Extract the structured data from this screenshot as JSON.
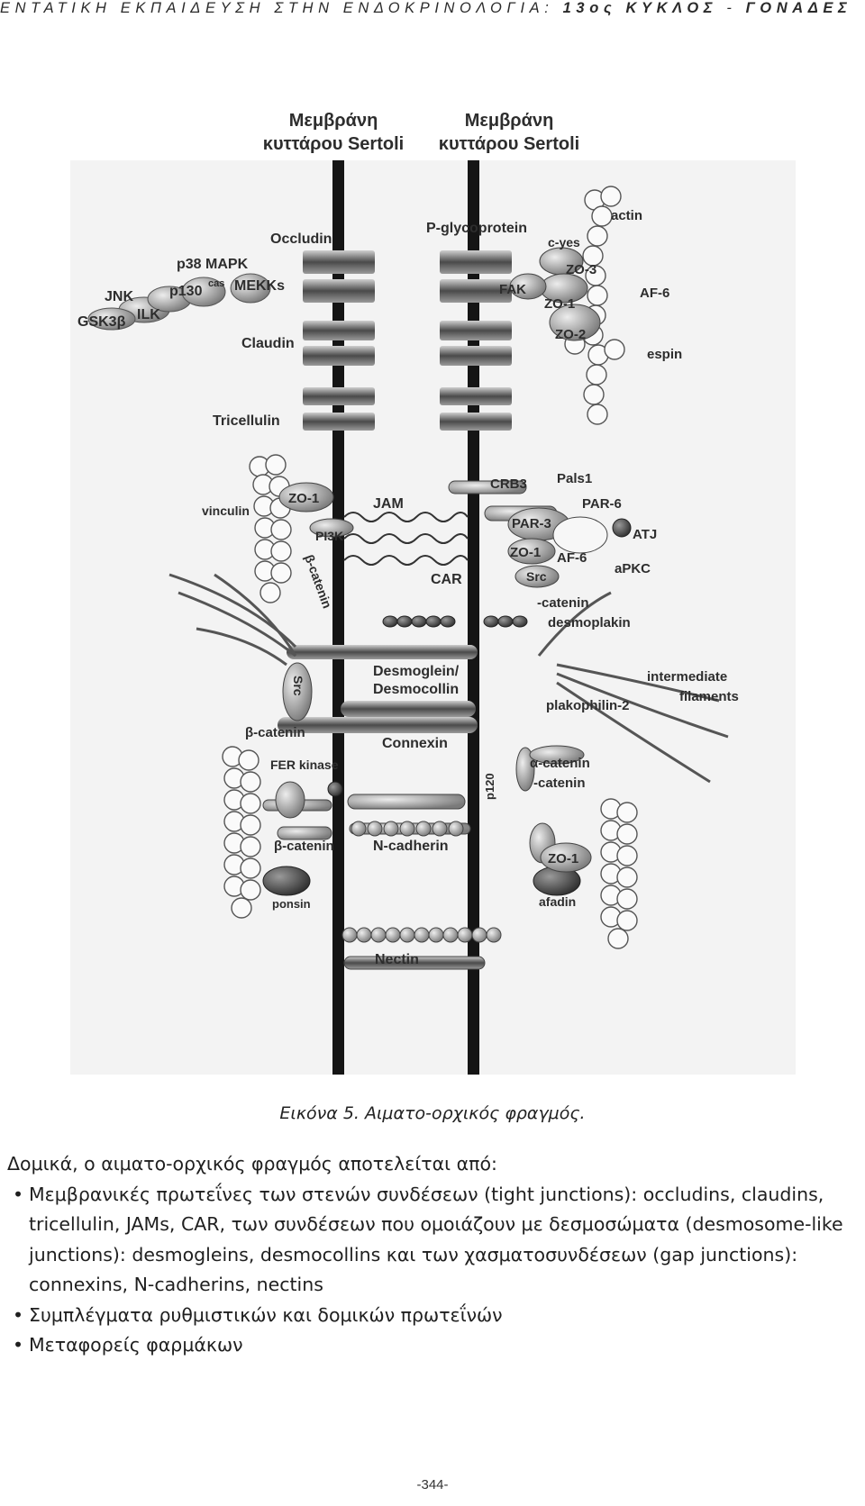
{
  "header": {
    "prefix": "ΕΝΤΑΤΙΚΗ ΕΚΠΑΙΔΕΥΣΗ ΣΤΗΝ ΕΝΔΟΚΡΙΝΟΛΟΓΙΑ:",
    "cycle": "13ος ΚΥΚΛΟΣ",
    "dash": "-",
    "topic": "ΓΟΝΑΔΕΣ"
  },
  "figure": {
    "membrane_left": [
      "Μεμβράνη",
      "κυττάρου Sertoli"
    ],
    "membrane_right": [
      "Μεμβράνη",
      "κυττάρου Sertoli"
    ],
    "labels": {
      "occludin": "Occludin",
      "p_glycoprotein": "P-glycoprotein",
      "actin": "actin",
      "p38": "p38 MAPK",
      "p130": "p130",
      "cas": "cas",
      "mekks": "MEKKs",
      "jnk": "JNK",
      "ilk": "ILK",
      "gsk": "GSK3β",
      "c_yes": "c-yes",
      "zo3": "ZO-3",
      "fak": "FAK",
      "zo1_top": "ZO-1",
      "af6_top": "AF-6",
      "claudin": "Claudin",
      "zo2": "ZO-2",
      "espin": "espin",
      "tricellulin": "Tricellulin",
      "crb3": "CRB3",
      "pals1": "Pals1",
      "vinculin": "vinculin",
      "zo1_mid": "ZO-1",
      "jam": "JAM",
      "par6": "PAR-6",
      "par3": "PAR-3",
      "atj": "ATJ",
      "pi3k": "PI3K",
      "zo1_right": "ZO-1",
      "af6_mid": "AF-6",
      "apkc": "aPKC",
      "catenin_left": "β-catenin",
      "car": "CAR",
      "src_mid": "Src",
      "catenin_right": "-catenin",
      "desmoplakin": "desmoplakin",
      "desmoglein": "Desmoglein/",
      "desmocollin": "Desmocollin",
      "src_left": "Src",
      "intermediate": "intermediate",
      "filaments": "filaments",
      "plakophilin": "plakophilin-2",
      "beta_catenin": "β-catenin",
      "connexin": "Connexin",
      "fer": "FER kinase",
      "p120": "p120",
      "alpha_catenin": "α-catenin",
      "catenin2": "-catenin",
      "beta_catenin2": "β-catenin",
      "ncadherin": "N-cadherin",
      "zo1_bottom": "ZO-1",
      "ponsin": "ponsin",
      "afadin": "afadin",
      "nectin": "Nectin"
    }
  },
  "caption": "Εικόνα 5. Αιματο-ορχικός φραγμός.",
  "intro": "Δομικά, ο αιματο-ορχικός φραγμός αποτελείται από:",
  "bullets": [
    "Μεμβρανικές πρωτεΐνες των στενών συνδέσεων (tight junctions): occludins, claudins, tricellulin, JAMs, CAR, των συνδέσεων που ομοιάζουν με δεσμοσώματα (desmosome-like junctions): desmogleins, desmocollins και των χασματοσυνδέσεων (gap junctions): connexins, N-cadherins, nectins",
    "Συμπλέγματα ρυθμιστικών και δομικών πρωτεΐνών",
    "Μεταφορείς φαρμάκων"
  ],
  "page_number": "-344-"
}
